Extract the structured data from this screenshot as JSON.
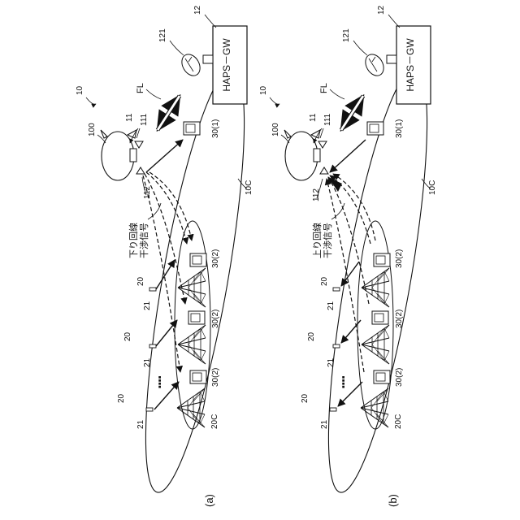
{
  "panels": [
    {
      "caption": "(a)",
      "gateway": "HAPS－GW",
      "gateway_ref": "12",
      "antenna_ref": "121",
      "feeder_link": "FL",
      "system_ref": "10",
      "haps_ref": "100",
      "relay_ref": "11",
      "relay_antenna_ref": "111",
      "service_antenna_ref": "112",
      "haps_cell": "10C",
      "bs_cell": "20C",
      "haps_terminal": "30(1)",
      "bs_terminal": "30(2)",
      "bs_ref": "20",
      "bs_antenna_ref": "21",
      "ellipsis": "▪▪▪▪",
      "interference_line1": "下り回線",
      "interference_line2": "干渉信号",
      "link_direction": "down"
    },
    {
      "caption": "(b)",
      "gateway": "HAPS－GW",
      "gateway_ref": "12",
      "antenna_ref": "121",
      "feeder_link": "FL",
      "system_ref": "10",
      "haps_ref": "100",
      "relay_ref": "11",
      "relay_antenna_ref": "111",
      "service_antenna_ref": "112",
      "haps_cell": "10C",
      "bs_cell": "20C",
      "haps_terminal": "30(1)",
      "bs_terminal": "30(2)",
      "bs_ref": "20",
      "bs_antenna_ref": "21",
      "ellipsis": "▪▪▪▪",
      "interference_line1": "上り回線",
      "interference_line2": "干渉信号",
      "link_direction": "up"
    }
  ]
}
